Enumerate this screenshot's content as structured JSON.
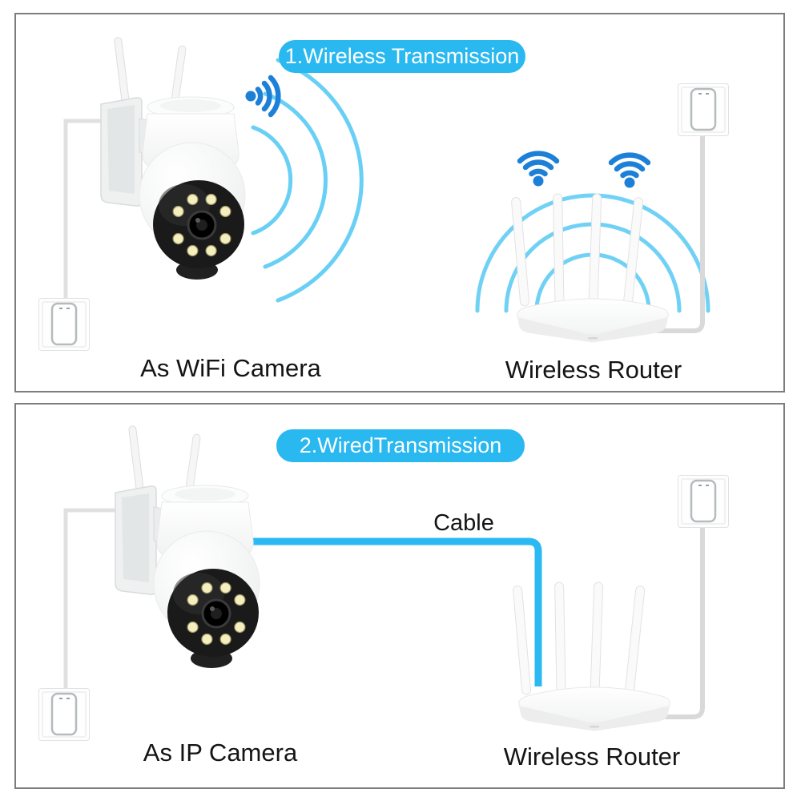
{
  "panels": [
    {
      "id": "wireless-transmission",
      "title": "1.Wireless Transmission",
      "camera_label": "As WiFi Camera",
      "router_label": "Wireless Router"
    },
    {
      "id": "wired-transmission",
      "title": "2.WiredTransmission",
      "cable_label": "Cable",
      "camera_label": "As IP Camera",
      "router_label": "Wireless Router"
    }
  ],
  "colors": {
    "title_pill_bg": "#29b8ef",
    "title_pill_text": "#ffffff",
    "wifi_icon_blue": "#1d80d8",
    "signal_arc_cyan": "#58caf4",
    "cable_cyan": "#2ab9f2",
    "wire_gray": "#e0e0e0",
    "label_text": "#141414",
    "panel_border": "#7d7d7d"
  },
  "icons": {
    "wifi": "wifi-signal-icon",
    "outlet": "wall-outlet",
    "camera": "ptz-camera",
    "router": "wireless-router"
  }
}
